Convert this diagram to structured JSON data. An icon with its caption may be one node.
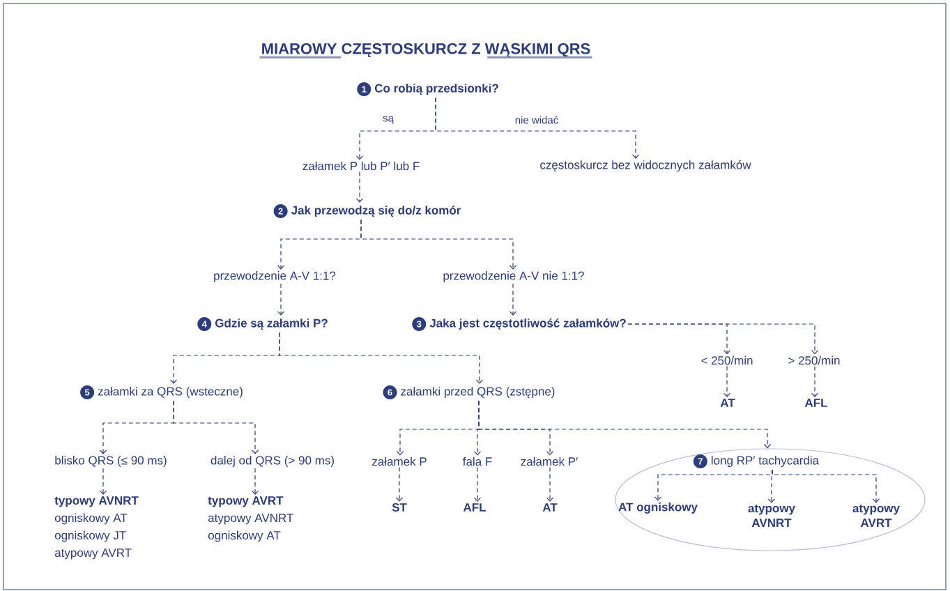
{
  "diagram": {
    "title": "MIAROWY CZĘSTOSKURCZ Z WĄSKIMI QRS",
    "nodes": [
      {
        "text": [
          "1",
          "Co robią przedsionki?"
        ]
      },
      {
        "text": [
          "załamek P lub P′ lub F"
        ]
      },
      {
        "text": [
          "częstoskurcz bez widocznych załamków"
        ]
      },
      {
        "text": [
          "2",
          "Jak przewodzą się do/z komór"
        ]
      },
      {
        "text": [
          "przewodzenie A-V 1:1?"
        ]
      },
      {
        "text": [
          "przewodzenie A-V nie 1:1?"
        ]
      },
      {
        "text": [
          "4",
          "Gdzie są załamki P?"
        ]
      },
      {
        "text": [
          "3",
          "Jaka jest częstotliwość załamków?"
        ]
      },
      {
        "text": [
          "< 250/min"
        ]
      },
      {
        "text": [
          "> 250/min"
        ]
      },
      {
        "text": [
          "AT"
        ]
      },
      {
        "text": [
          "AFL"
        ]
      },
      {
        "text": [
          "5",
          "załamki za QRS (wsteczne)"
        ]
      },
      {
        "text": [
          "6",
          "załamki przed QRS (zstępne)"
        ]
      },
      {
        "text": [
          "blisko QRS (≤ 90 ms)"
        ]
      },
      {
        "text": [
          "dalej od QRS (> 90 ms)"
        ]
      },
      {
        "text": [
          "typowy AVNRT",
          "ogniskowy AT",
          "ogniskowy JT",
          "atypowy AVRT"
        ]
      },
      {
        "text": [
          "typowy AVRT",
          "atypowy AVNRT",
          "ogniskowy AT"
        ]
      },
      {
        "text": [
          "załamek P"
        ]
      },
      {
        "text": [
          "fala F"
        ]
      },
      {
        "text": [
          "załamek P′"
        ]
      },
      {
        "text": [
          "ST"
        ]
      },
      {
        "text": [
          "AFL"
        ]
      },
      {
        "text": [
          "AT"
        ]
      },
      {
        "text": [],
        "shape": "ellipse"
      },
      {
        "text": [
          "7",
          "long RP′ tachycardia"
        ],
        "in": 24
      },
      {
        "text": [
          "AT ogniskowy"
        ],
        "in": 24
      },
      {
        "text": [
          "atypowy AVNRT"
        ],
        "in": 24
      },
      {
        "text": [
          "atypowy AVRT"
        ],
        "in": 24
      }
    ],
    "edges": [
      {
        "from": 0,
        "to": 1,
        "arrow": "to",
        "label": "są"
      },
      {
        "from": 0,
        "to": 2,
        "arrow": "to",
        "label": "nie widać"
      },
      {
        "from": 1,
        "to": 3,
        "arrow": "to"
      },
      {
        "from": 3,
        "to": 4,
        "arrow": "to"
      },
      {
        "from": 3,
        "to": 5,
        "arrow": "to"
      },
      {
        "from": 4,
        "to": 6,
        "arrow": "to"
      },
      {
        "from": 5,
        "to": 7,
        "arrow": "to"
      },
      {
        "from": 7,
        "to": 8,
        "arrow": "to"
      },
      {
        "from": 7,
        "to": 9,
        "arrow": "to"
      },
      {
        "from": 8,
        "to": 10,
        "arrow": "to"
      },
      {
        "from": 9,
        "to": 11,
        "arrow": "to"
      },
      {
        "from": 6,
        "to": 12,
        "arrow": "to"
      },
      {
        "from": 6,
        "to": 13,
        "arrow": "to"
      },
      {
        "from": 12,
        "to": 14,
        "arrow": "to"
      },
      {
        "from": 12,
        "to": 15,
        "arrow": "to"
      },
      {
        "from": 14,
        "to": 16,
        "arrow": "to"
      },
      {
        "from": 15,
        "to": 17,
        "arrow": "to"
      },
      {
        "from": 13,
        "to": 18,
        "arrow": "to"
      },
      {
        "from": 13,
        "to": 19,
        "arrow": "to"
      },
      {
        "from": 13,
        "to": 20,
        "arrow": "to"
      },
      {
        "from": 13,
        "to": 24,
        "arrow": "to"
      },
      {
        "from": 18,
        "to": 21,
        "arrow": "to"
      },
      {
        "from": 19,
        "to": 22,
        "arrow": "to"
      },
      {
        "from": 20,
        "to": 23,
        "arrow": "to"
      },
      {
        "from": 25,
        "to": 26,
        "arrow": "to"
      },
      {
        "from": 25,
        "to": 27,
        "arrow": "to"
      },
      {
        "from": 25,
        "to": 28,
        "arrow": "to"
      }
    ]
  }
}
